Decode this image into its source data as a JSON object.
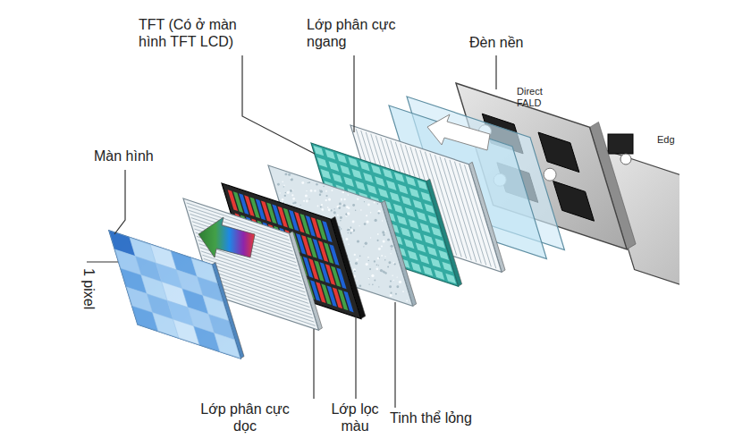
{
  "diagram": {
    "labels": [
      "TFT (Có ở màn hình TFT LCD)",
      "Lớp phân cực ngang",
      "Đèn nền",
      "Direct FALD",
      "Edg",
      "Màn hình",
      "1 pixel",
      "Lớp phân cực dọc",
      "Lớp lọc màu",
      "Tinh thể lỏng"
    ]
  }
}
